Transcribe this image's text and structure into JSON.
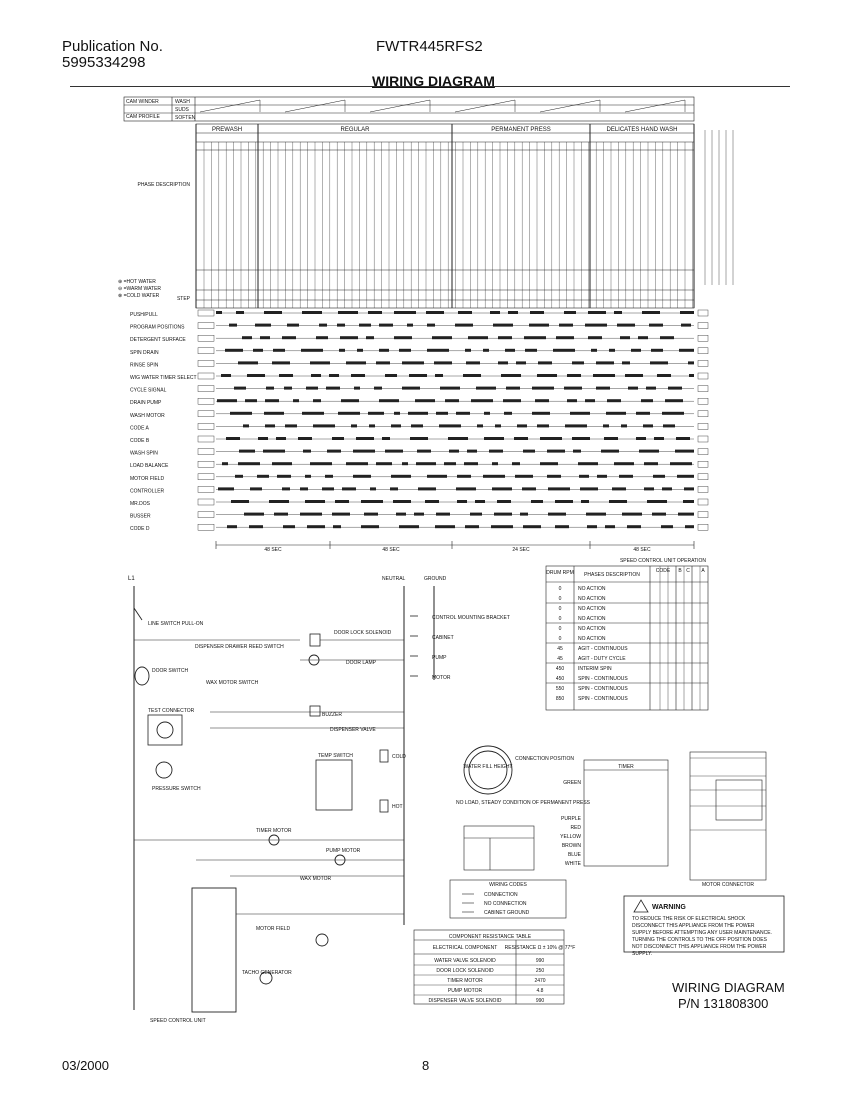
{
  "header": {
    "publication_label": "Publication No.",
    "publication_number": "5995334298",
    "model": "FWTR445RFS2",
    "title": "WIRING DIAGRAM"
  },
  "footer": {
    "date": "03/2000",
    "page": "8",
    "diagram_title": "WIRING DIAGRAM",
    "part_number": "P/N 131808300"
  },
  "timer_chart": {
    "cam_rows": [
      "WASH",
      "SUDS",
      "SOFTEN"
    ],
    "row_headers": [
      "CAM WINDER",
      "CAM PROFILE"
    ],
    "sections": [
      "PREWASH",
      "REGULAR",
      "PERMANENT PRESS",
      "DELICATES HAND WASH"
    ],
    "signal_rows": [
      "PUSH/PULL",
      "PROGRAM POSITIONS",
      "DETERGENT SURFACE",
      "SPIN DRAIN",
      "RINSE SPIN",
      "WIG WATER TIMER SELECT",
      "CYCLE SIGNAL",
      "DRAIN PUMP",
      "WASH MOTOR",
      "CODE A",
      "CODE B",
      "WASH SPIN",
      "LOAD BALANCE",
      "MOTOR FIELD",
      "CONTROLLER",
      "MR.DOS",
      "BUSSER",
      "CODE D"
    ],
    "time_labels": [
      "48 SEC",
      "48 SEC",
      "24 SEC",
      "48 SEC"
    ]
  },
  "speed_table": {
    "title": "SPEED CONTROL UNIT OPERATION",
    "headers": [
      "DRUM RPM",
      "PHASES DESCRIPTION",
      "CODE",
      "B",
      "C",
      "A"
    ],
    "rows": [
      [
        "0",
        "NO ACTION"
      ],
      [
        "0",
        "NO ACTION"
      ],
      [
        "0",
        "NO ACTION"
      ],
      [
        "0",
        "NO ACTION"
      ],
      [
        "0",
        "NO ACTION"
      ],
      [
        "0",
        "NO ACTION"
      ],
      [
        "45",
        "AGIT - CONTINUOUS"
      ],
      [
        "45",
        "AGIT - DUTY CYCLE"
      ],
      [
        "450",
        "INTERIM SPIN"
      ],
      [
        "450",
        "SPIN - CONTINUOUS"
      ],
      [
        "550",
        "SPIN - CONTINUOUS"
      ],
      [
        "850",
        "SPIN - CONTINUOUS"
      ]
    ]
  },
  "schematic_labels": {
    "l1": "L1",
    "neutral": "NEUTRAL",
    "ground": "GROUND",
    "line_switch": "LINE SWITCH PULL-ON",
    "dispenser_drawer": "DISPENSER DRAWER REED SWITCH",
    "door_lock": "DOOR LOCK SOLENOID",
    "door_lamp": "DOOR LAMP",
    "door_switch": "DOOR SWITCH",
    "wax_motor_switch": "WAX MOTOR SWITCH",
    "test_connector": "TEST CONNECTOR",
    "pressure_switch": "PRESSURE SWITCH",
    "buzzer": "BUZZER",
    "dispenser_valve": "DISPENSER VALVE",
    "temp_switch": "TEMP SWITCH",
    "cold": "COLD",
    "hot": "HOT",
    "timer_motor": "TIMER MOTOR",
    "pump_motor": "PUMP MOTOR",
    "wax_motor": "WAX MOTOR",
    "motor_field": "MOTOR FIELD",
    "tacho": "TACHO GENERATOR",
    "speed_control_unit": "SPEED CONTROL UNIT",
    "control_mounting": "CONTROL MOUNTING BRACKET",
    "cabinet": "CABINET",
    "pump": "PUMP",
    "motor": "MOTOR",
    "water_fill": "WATER FILL HEIGHT",
    "no_load": "NO LOAD, STEADY CONDITION OF PERMANENT PRESS",
    "timer_label": "TIMER",
    "connection_position": "CONNECTION POSITION",
    "wire_colors": [
      "GREEN",
      "PURPLE",
      "RED",
      "YELLOW",
      "BROWN",
      "BLUE",
      "WHITE"
    ],
    "motor_connector": "MOTOR CONNECTOR",
    "wiring_codes_title": "WIRING CODES",
    "wiring_codes": [
      "CONNECTION",
      "NO CONNECTION",
      "CABINET GROUND"
    ],
    "resistance_title": "COMPONENT RESISTANCE TABLE",
    "resistance_headers": [
      "ELECTRICAL COMPONENT",
      "RESISTANCE Ω ± 10% @ 77°F"
    ],
    "resistance_rows": [
      [
        "WATER VALVE SOLENOID",
        "990"
      ],
      [
        "DOOR LOCK SOLENOID",
        "250"
      ],
      [
        "TIMER MOTOR",
        "2470"
      ],
      [
        "PUMP MOTOR",
        "4.8"
      ],
      [
        "DISPENSER VALVE SOLENOID",
        "990"
      ]
    ],
    "warning_title": "WARNING",
    "warning_text": "TO REDUCE THE RISK OF ELECTRICAL SHOCK DISCONNECT THIS APPLIANCE FROM THE POWER SUPPLY BEFORE ATTEMPTING ANY USER MAINTENANCE. TURNING THE CONTROLS TO THE OFF POSITION DOES NOT DISCONNECT THIS APPLIANCE FROM THE POWER SUPPLY."
  }
}
